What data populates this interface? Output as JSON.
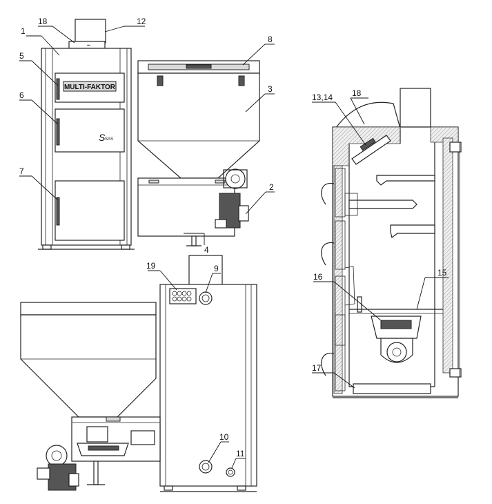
{
  "brand_plate": "MULTI-FAKTOR",
  "signature": "S",
  "callouts": {
    "front": [
      "1",
      "18",
      "12",
      "5",
      "6",
      "7",
      "8",
      "3",
      "2",
      "4"
    ],
    "rear": [
      "19",
      "9",
      "10",
      "11"
    ],
    "section": [
      "13,14",
      "18",
      "15",
      "16",
      "17"
    ]
  },
  "colors": {
    "line": "#222222",
    "background": "#ffffff",
    "shade": "#d9d9d9"
  }
}
